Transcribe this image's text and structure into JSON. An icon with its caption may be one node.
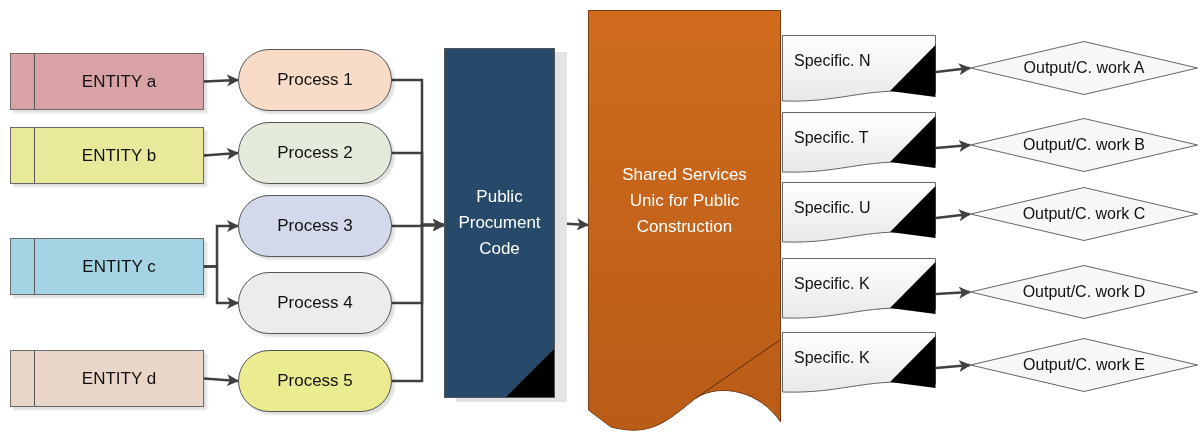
{
  "diagram": {
    "nodes": [
      {
        "text": [
          "ENTITY a"
        ]
      },
      {
        "text": [
          "ENTITY b"
        ]
      },
      {
        "text": [
          "ENTITY c"
        ]
      },
      {
        "text": [
          "ENTITY d"
        ]
      },
      {
        "text": [
          "Process 1"
        ]
      },
      {
        "text": [
          "Process 2"
        ]
      },
      {
        "text": [
          "Process 3"
        ]
      },
      {
        "text": [
          "Process 4"
        ]
      },
      {
        "text": [
          "Process 5"
        ]
      },
      {
        "text": [
          "Public Procument Code"
        ]
      },
      {
        "text": [
          "Shared Services Unic for Public Construction"
        ]
      },
      {
        "text": [
          "Specific. N"
        ]
      },
      {
        "text": [
          "Specific. T"
        ]
      },
      {
        "text": [
          "Specific. U"
        ]
      },
      {
        "text": [
          "Specific. K"
        ]
      },
      {
        "text": [
          "Specific. K"
        ]
      },
      {
        "text": [
          "Output/C. work A"
        ]
      },
      {
        "text": [
          "Output/C. work B"
        ]
      },
      {
        "text": [
          "Output/C. work C"
        ]
      },
      {
        "text": [
          "Output/C. work D"
        ]
      },
      {
        "text": [
          "Output/C. work E"
        ]
      }
    ],
    "edges": [
      {
        "from": 0,
        "to": 4,
        "arrow": "to"
      },
      {
        "from": 1,
        "to": 5,
        "arrow": "to"
      },
      {
        "from": 2,
        "to": 6,
        "arrow": "to"
      },
      {
        "from": 2,
        "to": 7,
        "arrow": "to"
      },
      {
        "from": 3,
        "to": 8,
        "arrow": "to"
      },
      {
        "from": 4,
        "to": 9,
        "arrow": "to"
      },
      {
        "from": 5,
        "to": 9,
        "arrow": "to"
      },
      {
        "from": 6,
        "to": 9,
        "arrow": "to"
      },
      {
        "from": 7,
        "to": 9,
        "arrow": "to"
      },
      {
        "from": 8,
        "to": 9,
        "arrow": "to"
      },
      {
        "from": 9,
        "to": 10,
        "arrow": "to"
      },
      {
        "from": 11,
        "to": 16,
        "arrow": "to"
      },
      {
        "from": 12,
        "to": 17,
        "arrow": "to"
      },
      {
        "from": 13,
        "to": 18,
        "arrow": "to"
      },
      {
        "from": 14,
        "to": 19,
        "arrow": "to"
      },
      {
        "from": 15,
        "to": 20,
        "arrow": "to"
      }
    ]
  }
}
